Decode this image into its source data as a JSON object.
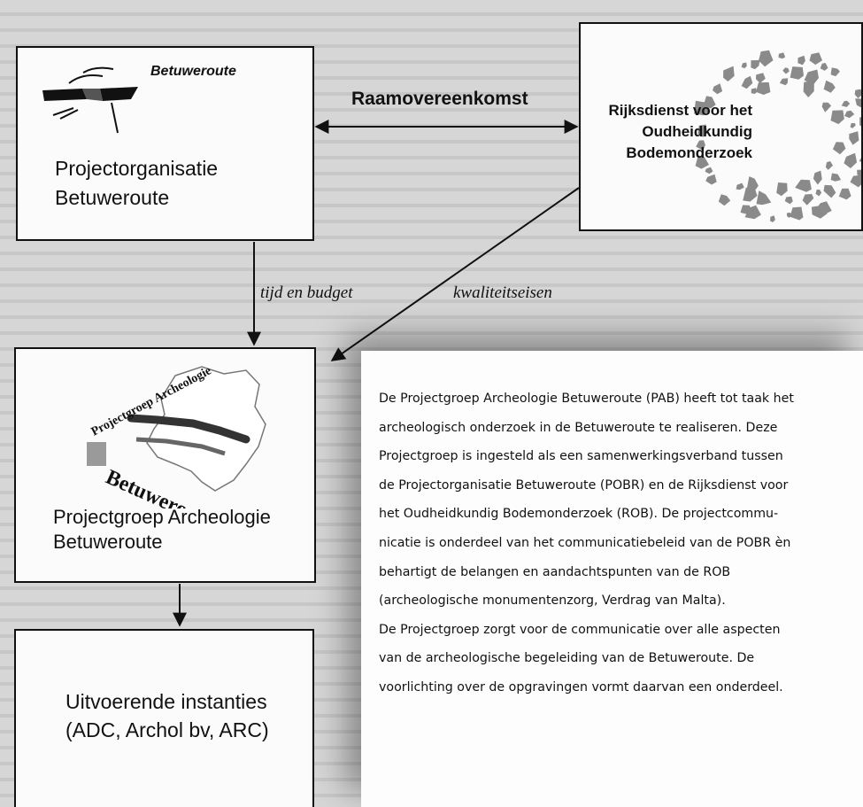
{
  "nodes": {
    "pobr": {
      "logo_text": "Betuweroute",
      "label_lines": [
        "Projectorganisatie",
        "Betuweroute"
      ]
    },
    "rob": {
      "label_lines": [
        "Rijksdienst voor het",
        "Oudheidkundig",
        "Bodemonderzoek"
      ]
    },
    "pab": {
      "logo_text_lines": [
        "Projectgroep Archeologie",
        "Betuweroute"
      ],
      "label_lines": [
        "Projectgroep Archeologie",
        "Betuweroute"
      ]
    },
    "uitvoerende": {
      "label_lines": [
        "Uitvoerende instanties",
        "(ADC, Archol bv, ARC)"
      ]
    }
  },
  "edges": {
    "raamovereenkomst": "Raamovereenkomst",
    "tijd_en_budget": "tijd en budget",
    "kwaliteitseisen": "kwaliteitseisen"
  },
  "description_lines": [
    "De Projectgroep Archeologie Betuweroute (PAB) heeft tot taak het",
    "archeologisch onderzoek in de Betuweroute te realiseren. Deze",
    "Projectgroep is ingesteld als een samenwerkingsverband tussen",
    "de Projectorganisatie Betuweroute (POBR) en de Rijksdienst voor",
    "het Oudheidkundig Bodemonderzoek (ROB). De projectcommu-",
    "nicatie is onderdeel van het communicatiebeleid van de POBR èn",
    "behartigt de belangen en aandachtspunten van de ROB",
    "(archeologische monumentenzorg, Verdrag van Malta).",
    "De Projectgroep zorgt voor de communicatie over alle aspecten",
    "van de archeologische begeleiding van de Betuweroute. De",
    "voorlichting over de opgravingen vormt daarvan een onderdeel."
  ],
  "colors": {
    "box_fill": "#fbfbfb",
    "ink": "#111111",
    "logo_gray": "#8a8a8a"
  }
}
